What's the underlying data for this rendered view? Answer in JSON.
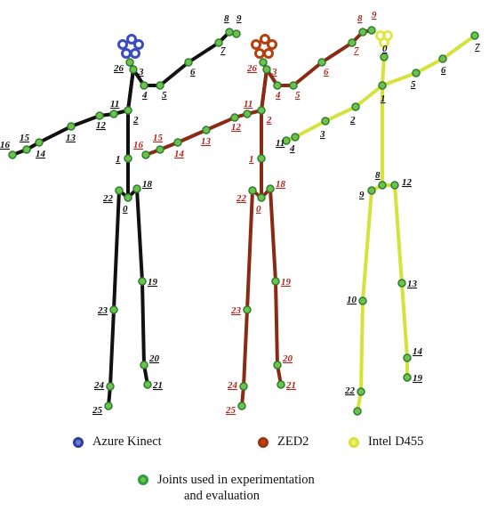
{
  "skeletons": [
    {
      "name": "Azure Kinect",
      "line_color": "#111111",
      "joint_fill": "#6cc24a",
      "joint_stroke": "#2e7d32",
      "label_color": "#111111",
      "labels": [
        "0",
        "1",
        "2",
        "3",
        "4",
        "5",
        "6",
        "7",
        "8",
        "9",
        "11",
        "12",
        "13",
        "14",
        "15",
        "16",
        "18",
        "19",
        "20",
        "21",
        "22",
        "23",
        "24",
        "25",
        "26"
      ]
    },
    {
      "name": "ZED2",
      "line_color": "#8b2a14",
      "joint_fill": "#6cc24a",
      "joint_stroke": "#2e7d32",
      "label_color": "#b3261e",
      "labels": [
        "0",
        "1",
        "2",
        "3",
        "4",
        "5",
        "6",
        "7",
        "8",
        "9",
        "11",
        "12",
        "13",
        "14",
        "15",
        "16",
        "18",
        "19",
        "20",
        "21",
        "22",
        "23",
        "24",
        "25",
        "26"
      ]
    },
    {
      "name": "Intel D455",
      "line_color": "#d4e23a",
      "joint_fill": "#6cc24a",
      "joint_stroke": "#2e7d32",
      "label_color": "#111111",
      "labels": [
        "0",
        "1",
        "2",
        "3",
        "4",
        "5",
        "6",
        "7",
        "8",
        "9",
        "10",
        "11",
        "12",
        "13",
        "14",
        "19",
        "22"
      ]
    }
  ],
  "legend": {
    "azure": {
      "label": "Azure Kinect",
      "color": "#2f3fa0"
    },
    "zed2": {
      "label": "ZED2",
      "color": "#9a3412"
    },
    "intel": {
      "label": "Intel D455",
      "color": "#d4e23a"
    },
    "joints_line1": "Joints used in experimentation",
    "joints_line2": "and evaluation",
    "joints_color": "#2e9e3e"
  }
}
